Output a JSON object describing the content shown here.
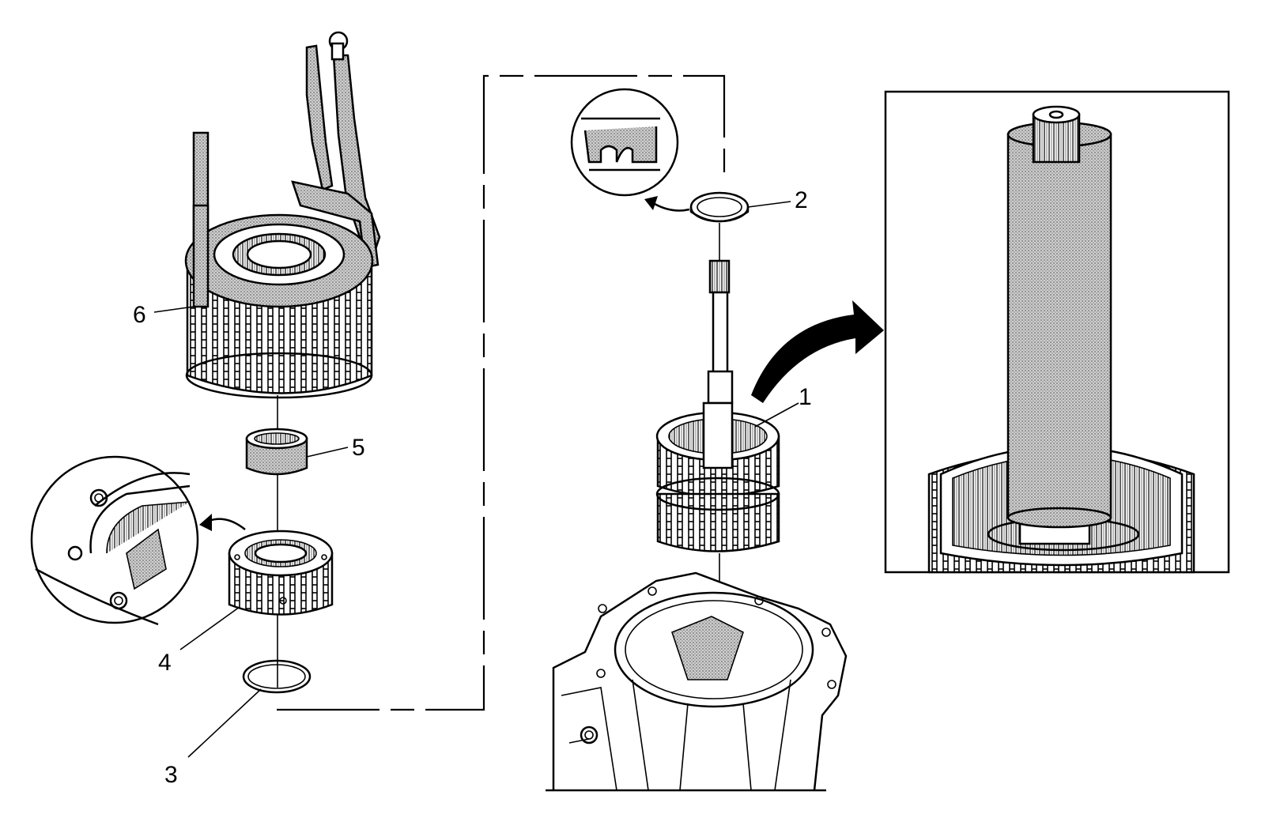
{
  "callouts": {
    "c1": "1",
    "c2": "2",
    "c3": "3",
    "c4": "4",
    "c5": "5",
    "c6": "6"
  },
  "colors": {
    "ink": "#000000",
    "texture": "#8a8a8a",
    "background": "#ffffff"
  },
  "icons": [
    "curved-arrow-icon",
    "detail-zoom-icon"
  ]
}
